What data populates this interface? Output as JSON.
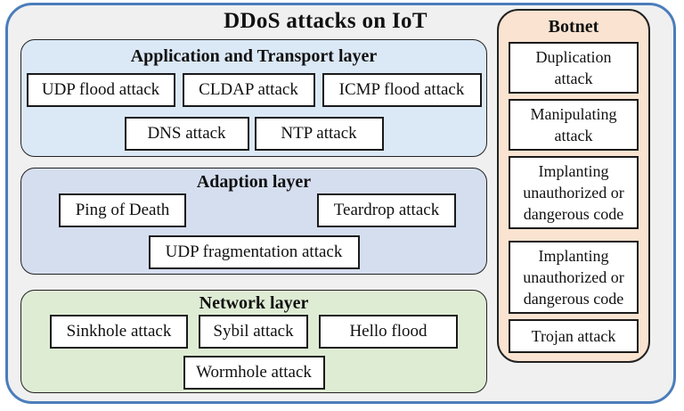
{
  "diagram": {
    "title": "DDoS attacks on IoT",
    "layers": [
      {
        "title": "Application and Transport layer",
        "rows": [
          [
            "UDP flood attack",
            "CLDAP attack",
            "ICMP flood attack"
          ],
          [
            "DNS attack",
            "NTP attack"
          ]
        ]
      },
      {
        "title": "Adaption layer",
        "rows": [
          [
            "Ping of Death",
            "Teardrop attack"
          ],
          [
            "UDP fragmentation attack"
          ]
        ]
      },
      {
        "title": "Network layer",
        "rows": [
          [
            "Sinkhole attack",
            "Sybil attack",
            "Hello flood"
          ],
          [
            "Wormhole attack"
          ]
        ]
      }
    ],
    "botnet": {
      "title": "Botnet",
      "items": [
        "Duplication attack",
        "Manipulating attack",
        "Implanting unauthorized or dangerous code",
        "Implanting unauthorized or dangerous code",
        "Trojan attack"
      ]
    },
    "colors": {
      "frame_border": "#4b7dbb",
      "frame_bg": "#f0f0f0",
      "application_bg": "#dbe8f6",
      "adaption_bg": "#d5deef",
      "network_bg": "#dfecd4",
      "botnet_bg": "#fae3d0",
      "box_bg": "#ffffff",
      "box_border": "#1a1a1a"
    }
  }
}
